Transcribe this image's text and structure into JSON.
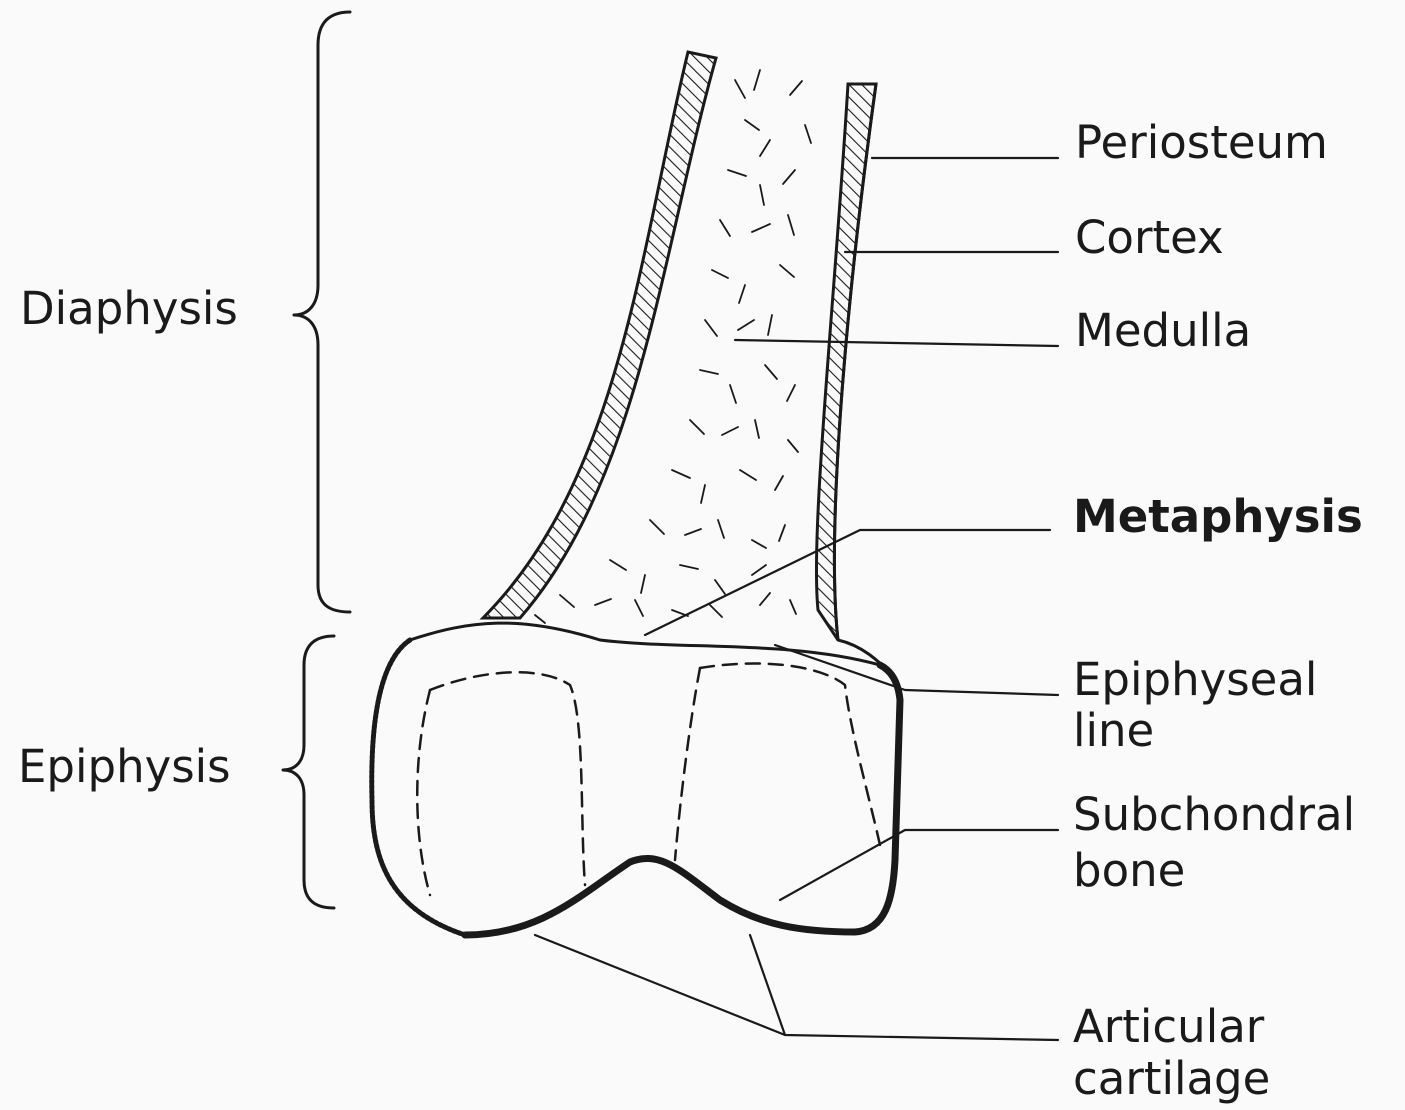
{
  "regions": {
    "diaphysis": "Diaphysis",
    "epiphysis": "Epiphysis"
  },
  "labels": {
    "periosteum": "Periosteum",
    "cortex": "Cortex",
    "medulla": "Medulla",
    "metaphysis": "Metaphysis",
    "epiphyseal_line_1": "Epiphyseal",
    "epiphyseal_line_2": "line",
    "subchondral_1": "Subchondral",
    "subchondral_2": "bone",
    "articular_1": "Articular",
    "articular_2": "cartilage"
  }
}
